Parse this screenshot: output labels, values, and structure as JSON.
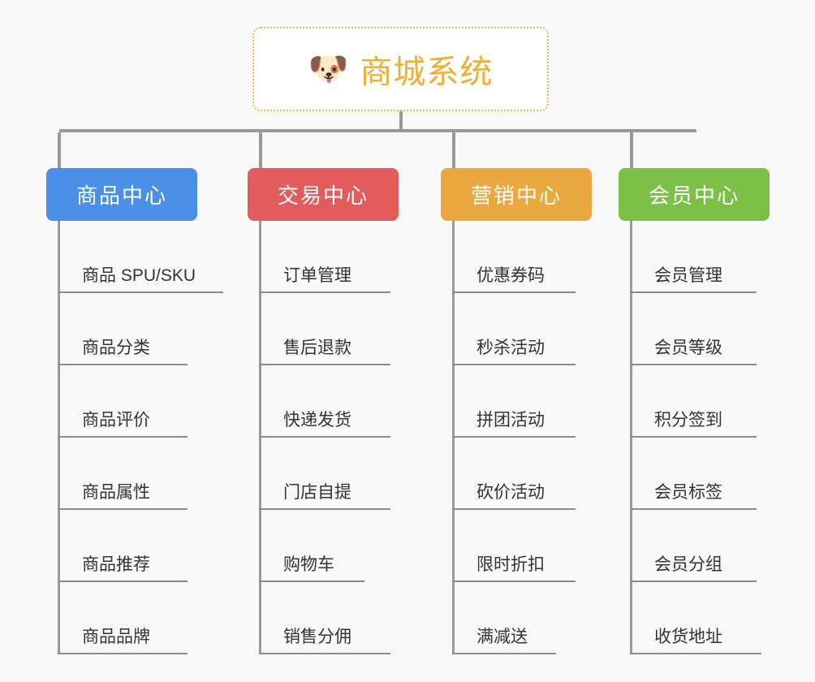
{
  "diagram": {
    "type": "org-chart",
    "background_color": "#f8f8f8",
    "root": {
      "icon": "dog-face-icon",
      "icon_glyph": "🐶",
      "title": "商城系统",
      "title_color": "#f0ad33",
      "border_style": "dotted",
      "border_color": "#eab458"
    },
    "connector_color": "#999999",
    "branches": [
      {
        "id": "product-center",
        "label": "商品中心",
        "color": "#4a90e8",
        "items": [
          "商品 SPU/SKU",
          "商品分类",
          "商品评价",
          "商品属性",
          "商品推荐",
          "商品品牌"
        ]
      },
      {
        "id": "trade-center",
        "label": "交易中心",
        "color": "#e25c5c",
        "items": [
          "订单管理",
          "售后退款",
          "快递发货",
          "门店自提",
          "购物车",
          "销售分佣"
        ]
      },
      {
        "id": "marketing-center",
        "label": "营销中心",
        "color": "#eaa83f",
        "items": [
          "优惠券码",
          "秒杀活动",
          "拼团活动",
          "砍价活动",
          "限时折扣",
          "满减送"
        ]
      },
      {
        "id": "member-center",
        "label": "会员中心",
        "color": "#7bc147",
        "items": [
          "会员管理",
          "会员等级",
          "积分签到",
          "会员标签",
          "会员分组",
          "收货地址"
        ]
      }
    ]
  }
}
